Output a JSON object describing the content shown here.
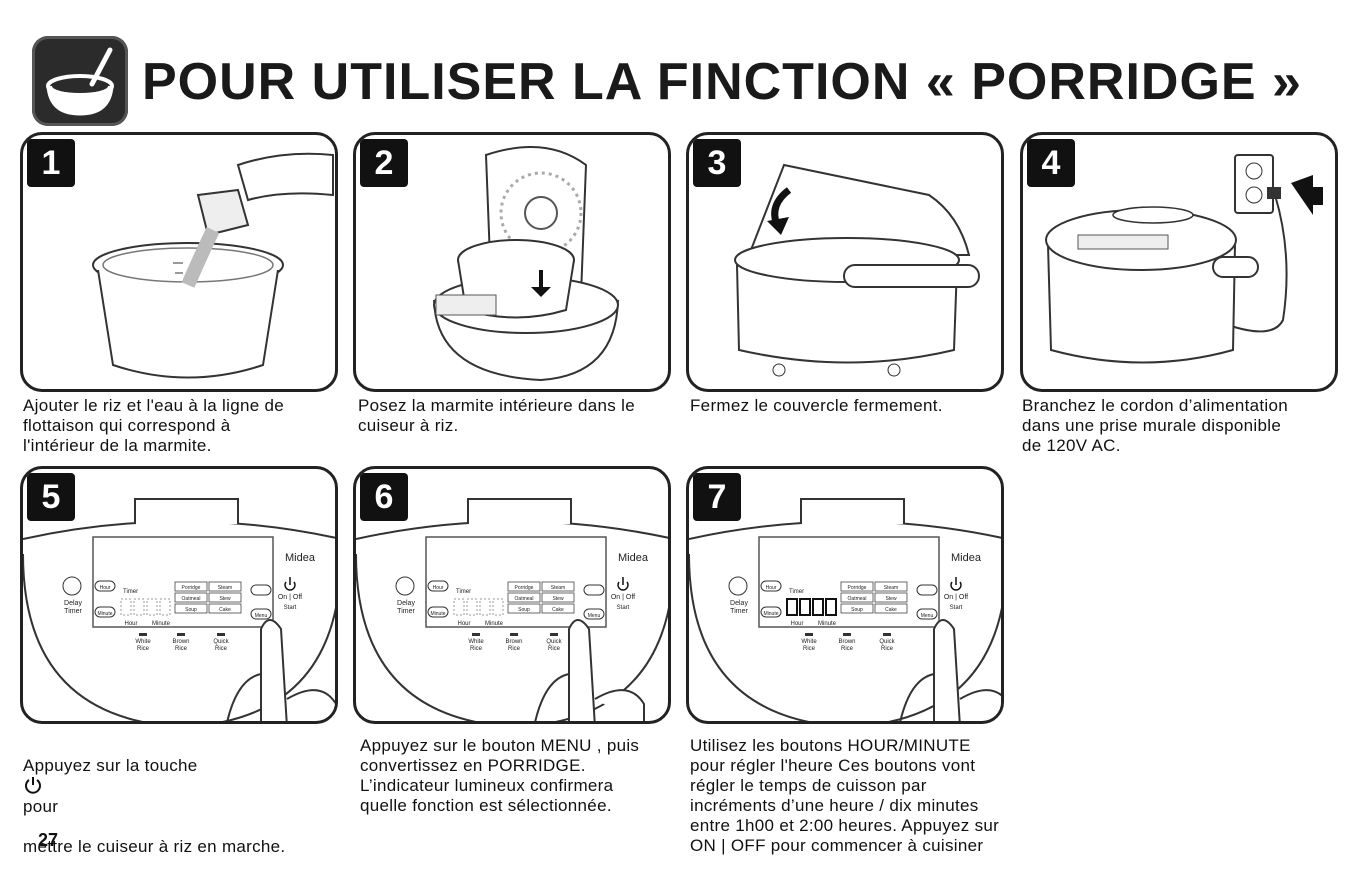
{
  "header": {
    "title": "POUR UTILISER LA FINCTION « PORRIDGE »"
  },
  "steps": [
    {
      "num": "1",
      "caption": "Ajouter le riz et l'eau à la ligne de\nflottaison qui correspond à\nl'intérieur de la marmite."
    },
    {
      "num": "2",
      "caption": "Posez la marmite intérieure dans le\ncuiseur à riz."
    },
    {
      "num": "3",
      "caption": "Fermez le couvercle fermement."
    },
    {
      "num": "4",
      "caption": "Branchez le cordon d’alimentation\ndans une prise murale disponible\nde 120V AC."
    },
    {
      "num": "5",
      "caption_a": "Appuyez sur la touche",
      "caption_b": "pour",
      "caption_c": "mettre le cuiseur à riz en marche."
    },
    {
      "num": "6",
      "caption": "Appuyez sur le bouton MENU , puis\nconvertissez en  PORRIDGE.\nL’indicateur lumineux confirmera\nquelle fonction est sélectionnée."
    },
    {
      "num": "7",
      "caption": "Utilisez les boutons HOUR/MINUTE\npour régler l'heure Ces boutons vont\nrégler le temps de cuisson par\nincréments d’une heure / dix minutes\nentre 1h00 et 2:00 heures. Appuyez sur\nON | OFF pour commencer à cuisiner"
    }
  ],
  "panel_labels": {
    "brand": "Midea",
    "delay_timer_1": "Delay",
    "delay_timer_2": "Timer",
    "hour": "Hour",
    "minute": "Minute",
    "timer": "Timer",
    "menu": "Menu",
    "on_off": "On | Off",
    "start": "Start",
    "white_rice_1": "White",
    "brown_rice_1": "Brown",
    "quick_rice_1": "Quick",
    "rice": "Rice",
    "menu_items": [
      "Porridge",
      "Steam",
      "Oatmeal",
      "Stew",
      "Soup",
      "Cake"
    ]
  },
  "page_number": "27"
}
